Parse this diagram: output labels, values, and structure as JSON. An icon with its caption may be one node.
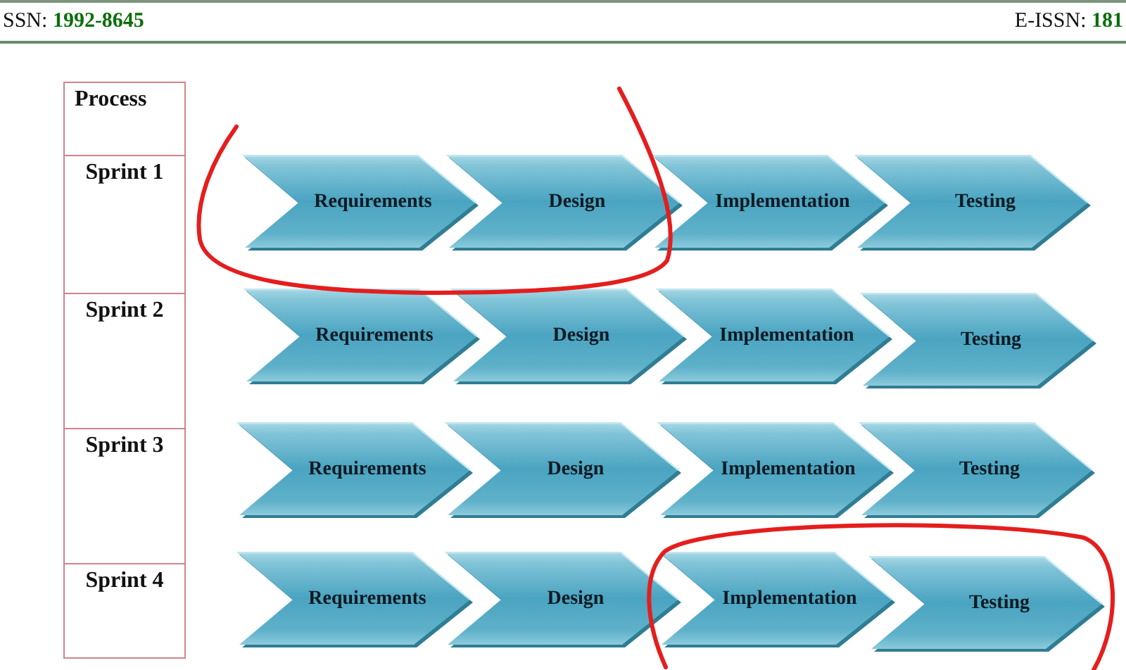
{
  "diagram": {
    "nodes": [
      {
        "text": [
          "Process"
        ]
      },
      {
        "text": [
          "Sprint 1"
        ]
      },
      {
        "text": [
          "Requirements"
        ]
      },
      {
        "text": [
          "Design"
        ]
      },
      {
        "text": [
          "Implementation"
        ]
      },
      {
        "text": [
          "Testing"
        ]
      },
      {
        "text": [
          "Sprint 2"
        ]
      },
      {
        "text": [
          "Requirements"
        ]
      },
      {
        "text": [
          "Design"
        ]
      },
      {
        "text": [
          "Implementation"
        ]
      },
      {
        "text": [
          "Testing"
        ]
      },
      {
        "text": [
          "Sprint 3"
        ]
      },
      {
        "text": [
          "Requirements"
        ]
      },
      {
        "text": [
          "Design"
        ]
      },
      {
        "text": [
          "Implementation"
        ]
      },
      {
        "text": [
          "Testing"
        ]
      },
      {
        "text": [
          "Sprint 4"
        ]
      },
      {
        "text": [
          "Requirements"
        ]
      },
      {
        "text": [
          "Design"
        ]
      },
      {
        "text": [
          "Implementation"
        ]
      },
      {
        "text": [
          "Testing"
        ]
      }
    ],
    "labels": [
      "SSN: **1992-8645**",
      "E-ISSN: **181**"
    ]
  }
}
